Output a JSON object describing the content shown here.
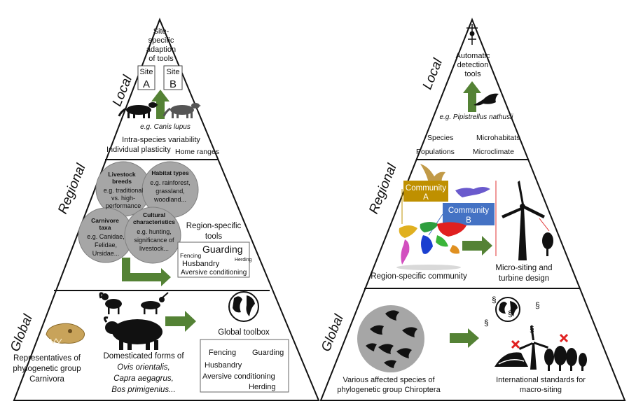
{
  "left": {
    "levels": {
      "local": "Local",
      "regional": "Regional",
      "global": "Global"
    },
    "local": {
      "adaption": [
        "Site-",
        "specific",
        "adaption",
        "of tools"
      ],
      "site_a": {
        "word": "Site",
        "letter": "A"
      },
      "site_b": {
        "word": "Site",
        "letter": "B"
      },
      "example": "e.g. Canis lupus",
      "variability": "Intra-species variability",
      "plasticity": "Individual plasticity",
      "home_ranges": "Home ranges"
    },
    "regional": {
      "livestock": {
        "title": [
          "Livestock",
          "breeds"
        ],
        "body": [
          "e.g. traditional",
          "vs. high-",
          "performance"
        ]
      },
      "habitat": {
        "title": [
          "Habitat types"
        ],
        "body": [
          "e.g. rainforest,",
          "grassland,",
          "woodland..."
        ]
      },
      "carnivore": {
        "title": [
          "Carnivore",
          "taxa"
        ],
        "body": [
          "e.g. Canidae,",
          "Felidae,",
          "Ursidae..."
        ]
      },
      "cultural": {
        "title": [
          "Cultural",
          "characteristics"
        ],
        "body": [
          "e.g. hunting,",
          "significance of",
          "livestock..."
        ]
      },
      "tools_title": [
        "Region-specific",
        "tools"
      ],
      "tools": {
        "fencing": "Fencing",
        "guarding": "Guarding",
        "herding": "Herding",
        "husbandry": "Husbandry",
        "aversive": "Aversive conditioning"
      }
    },
    "global": {
      "representatives": [
        "Representatives of",
        "phylogenetic group",
        "Carnivora"
      ],
      "domesticated": "Domesticated forms of",
      "species": [
        "Ovis orientalis,",
        "Capra aegagrus,",
        "Bos primigenius..."
      ],
      "toolbox_title": "Global toolbox",
      "toolbox": {
        "fencing": "Fencing",
        "guarding": "Guarding",
        "husbandry": "Husbandry",
        "aversive": "Aversive conditioning",
        "herding": "Herding"
      }
    }
  },
  "right": {
    "levels": {
      "local": "Local",
      "regional": "Regional",
      "global": "Global"
    },
    "local": {
      "detection": [
        "Automatic",
        "detection",
        "tools"
      ],
      "example": "e.g. Pipistrellus nathusii",
      "species": "Species",
      "microhabitats": "Microhabitats",
      "populations": "Populations",
      "microclimate": "Microclimate"
    },
    "regional": {
      "community_a": [
        "Community",
        "A"
      ],
      "community_b": [
        "Community",
        "B"
      ],
      "region_community": "Region-specific community",
      "micro_siting": [
        "Micro-siting and",
        "turbine design"
      ]
    },
    "global": {
      "species": [
        "Various affected species of",
        "phylogenetic group Chiroptera"
      ],
      "standards": [
        "International standards for",
        "macro-siting"
      ],
      "section_mark": "§"
    }
  },
  "colors": {
    "arrow_green": "#548235",
    "circle_grey": "#a6a6a6",
    "community_a": "#bf9000",
    "community_b": "#4472c4",
    "bat_gold": "#c19a47",
    "bat_purple": "#6a5acd",
    "height_line": "#e03030"
  }
}
